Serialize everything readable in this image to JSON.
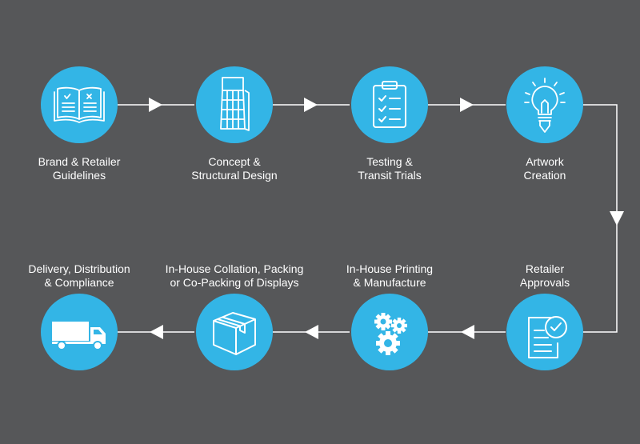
{
  "steps": [
    {
      "id": "guidelines",
      "line1": "Brand & Retailer",
      "line2": "Guidelines",
      "icon": "open-book-checklist-icon"
    },
    {
      "id": "concept",
      "line1": "Concept &",
      "line2": "Structural Design",
      "icon": "display-stand-icon"
    },
    {
      "id": "testing",
      "line1": "Testing &",
      "line2": "Transit Trials",
      "icon": "clipboard-checklist-icon"
    },
    {
      "id": "artwork",
      "line1": "Artwork",
      "line2": "Creation",
      "icon": "lightbulb-pencil-icon"
    },
    {
      "id": "approvals",
      "line1": "Retailer",
      "line2": "Approvals",
      "icon": "document-check-icon"
    },
    {
      "id": "printing",
      "line1": "In-House Printing",
      "line2": "& Manufacture",
      "icon": "gears-icon"
    },
    {
      "id": "collation",
      "line1": "In-House Collation, Packing",
      "line2": "or Co-Packing of Displays",
      "icon": "box-icon"
    },
    {
      "id": "delivery",
      "line1": "Delivery, Distribution",
      "line2": "& Compliance",
      "icon": "delivery-truck-icon"
    }
  ],
  "colors": {
    "background": "#565759",
    "circle": "#33b5e6",
    "line": "#ffffff",
    "text": "#ffffff"
  }
}
